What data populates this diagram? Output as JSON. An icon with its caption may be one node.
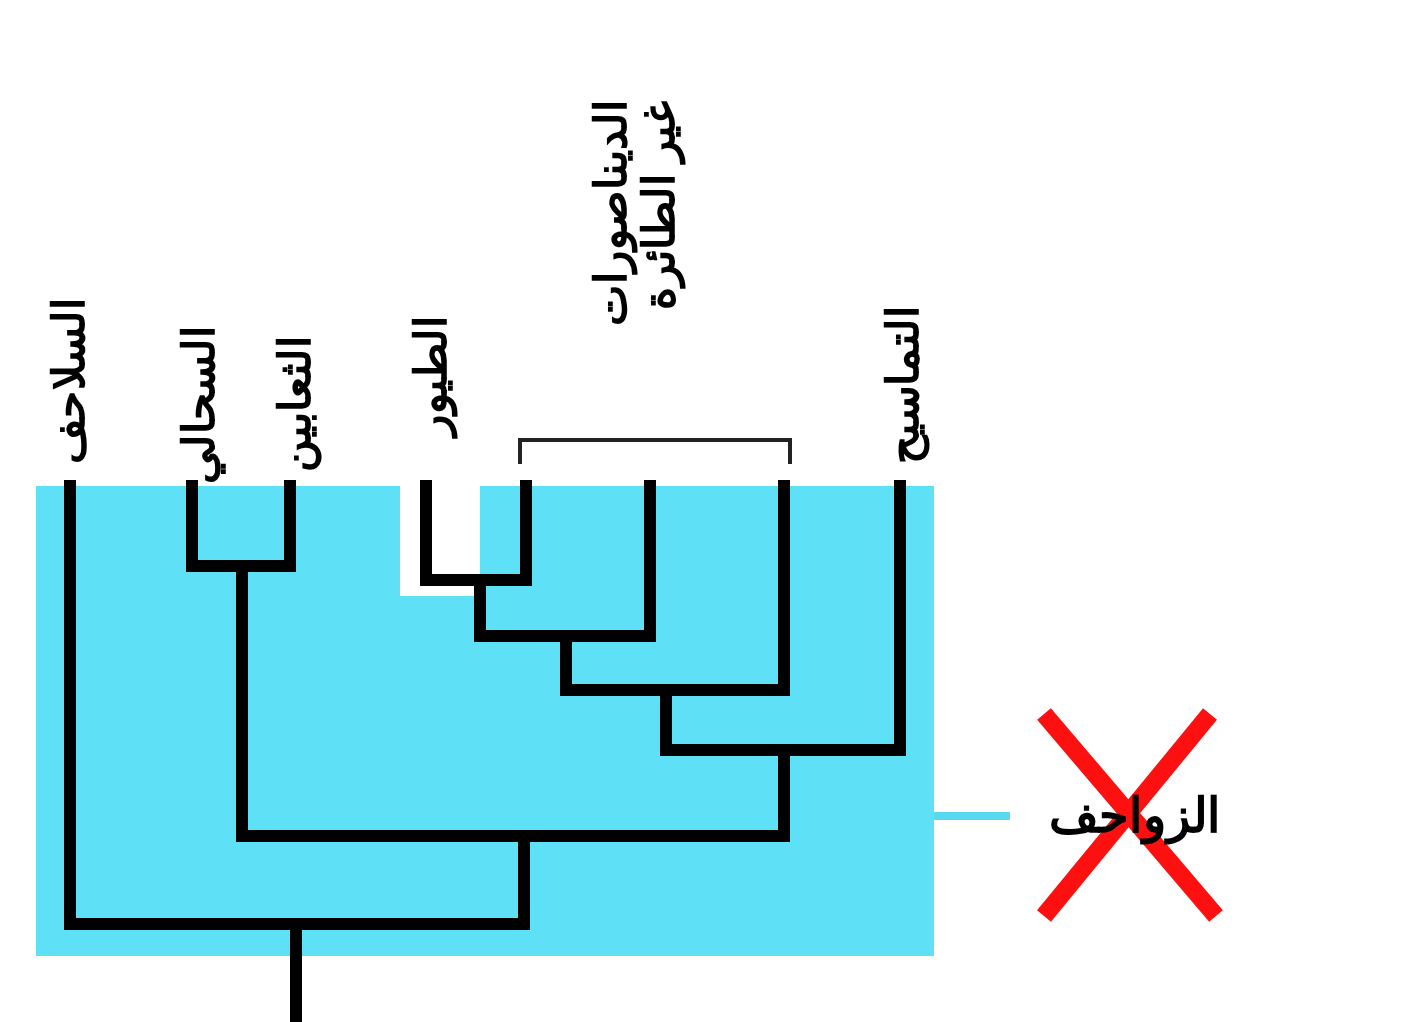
{
  "diagram": {
    "nodes": [
      {
        "text": [
          "الزواحف"
        ]
      },
      {
        "text": [],
        "shape": "box"
      }
    ],
    "edges": [
      {
        "from": 0,
        "to": 1,
        "arrow": "none"
      }
    ],
    "labels": [
      "السلاحف",
      "السحالي",
      "الثعابين",
      "الطيور",
      "الديناصورات غير الطائرة",
      "التماسيح"
    ]
  }
}
